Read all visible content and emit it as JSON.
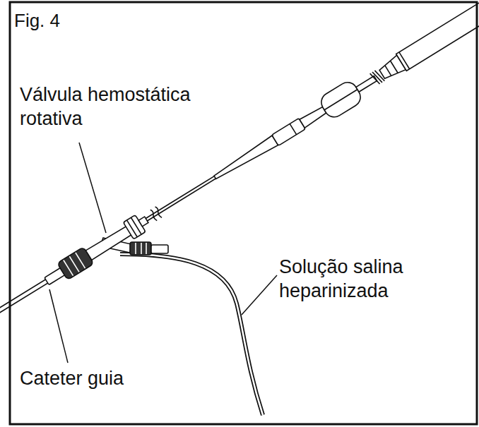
{
  "diagram": {
    "title": "Fig. 4",
    "labels": [
      "Válvula hemostática rotativa",
      "Solução salina heparinizada",
      "Cateter guia"
    ]
  }
}
